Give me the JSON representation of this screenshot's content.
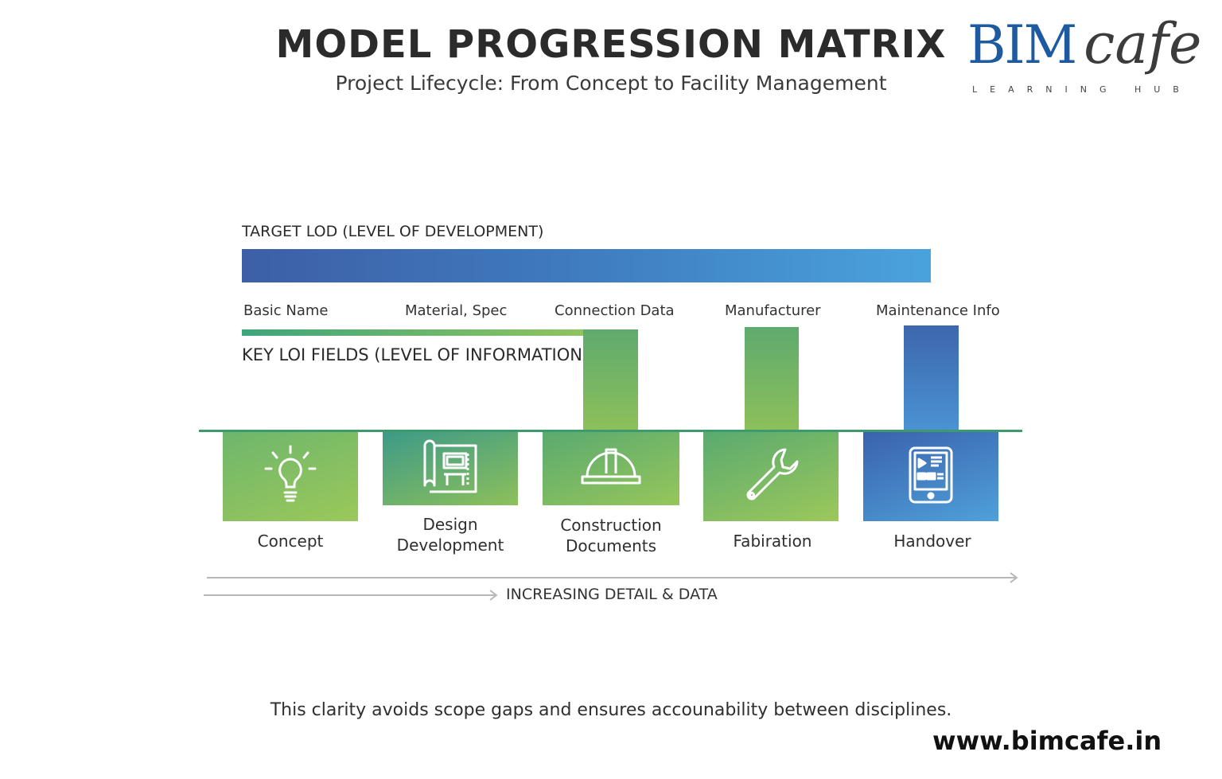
{
  "header": {
    "title": "MODEL PROGRESSION MATRIX",
    "subtitle": "Project Lifecycle: From Concept to Facility Management"
  },
  "logo": {
    "brand_main": "BIM",
    "brand_script": "cafe",
    "tagline": "LEARNING HUB",
    "color_primary": "#1d5aa0",
    "color_secondary": "#3c3c3c"
  },
  "lod": {
    "label": "TARGET LOD (LEVEL OF DEVELOPMENT)"
  },
  "loi": {
    "label": "KEY LOI FIELDS (LEVEL OF INFORMATION)",
    "fields": [
      "Basic Name",
      "Material, Spec",
      "Connection Data",
      "Manufacturer",
      "Maintenance Info"
    ]
  },
  "phases": [
    {
      "label_line1": "Concept",
      "label_line2": "",
      "icon": "lightbulb-icon"
    },
    {
      "label_line1": "Design",
      "label_line2": "Development",
      "icon": "blueprint-icon"
    },
    {
      "label_line1": "Construction",
      "label_line2": "Documents",
      "icon": "hardhat-icon"
    },
    {
      "label_line1": "Fabiration",
      "label_line2": "",
      "icon": "wrench-icon"
    },
    {
      "label_line1": "Handover",
      "label_line2": "",
      "icon": "tablet-icon"
    }
  ],
  "axis": {
    "label": "INCREASING DETAIL & DATA"
  },
  "footer": {
    "note": "This clarity avoids scope gaps and ensures accounability between disciplines.",
    "website": "www.bimcafe.in"
  },
  "colors": {
    "green": "#8dc05a",
    "teal": "#3e9a6c",
    "blue": "#3f7cc0"
  }
}
